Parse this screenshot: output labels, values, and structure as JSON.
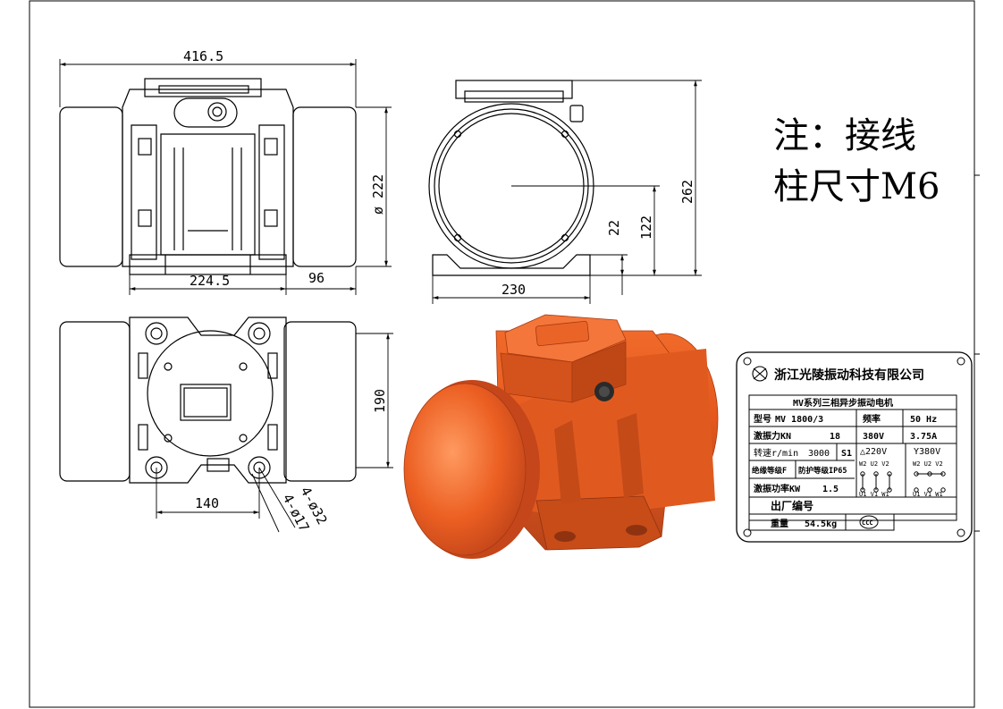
{
  "dimensions": {
    "overall_width": "416.5",
    "diameter": "ø 222",
    "base_width": "224.5",
    "hole_offset": "96",
    "total_height": "262",
    "center_height": "122",
    "base_thickness": "22",
    "end_width": "230",
    "mount_spacing_y": "190",
    "mount_spacing_x": "140",
    "counterbore": "4-ø32",
    "hole": "4-ø17"
  },
  "note": {
    "line1": "注：接线",
    "line2": "柱尺寸M6"
  },
  "nameplate": {
    "company": "浙江光陵振动科技有限公司",
    "series": "MV系列三相异步振动电机",
    "model_label": "型号",
    "model_value": "MV 1800/3",
    "freq_label": "频率",
    "freq_value": "50 Hz",
    "force_label": "激振力KN",
    "force_value": "18",
    "voltage": "380V",
    "current": "3.75A",
    "speed_label": "转速r/min",
    "speed_value": "3000",
    "duty": "S1",
    "delta_label": "△220V",
    "star_label": "Y380V",
    "delta_top": "W2 U2 V2",
    "delta_bottom": "U1 V1 W1",
    "star_top": "W2 U2 V2",
    "star_bottom": "U1 V1 W1",
    "insulation": "绝缘等级F",
    "protection": "防护等级IP65",
    "power_label": "激振功率KW",
    "power_value": "1.5",
    "serial_label": "出厂编号",
    "weight_label": "重量",
    "weight_value": "54.5kg",
    "ccc_mark": "CCC"
  },
  "colors": {
    "motor": "#e4581d",
    "motor_dark": "#b53f10",
    "motor_light": "#ff8a4c",
    "line": "#000000"
  }
}
